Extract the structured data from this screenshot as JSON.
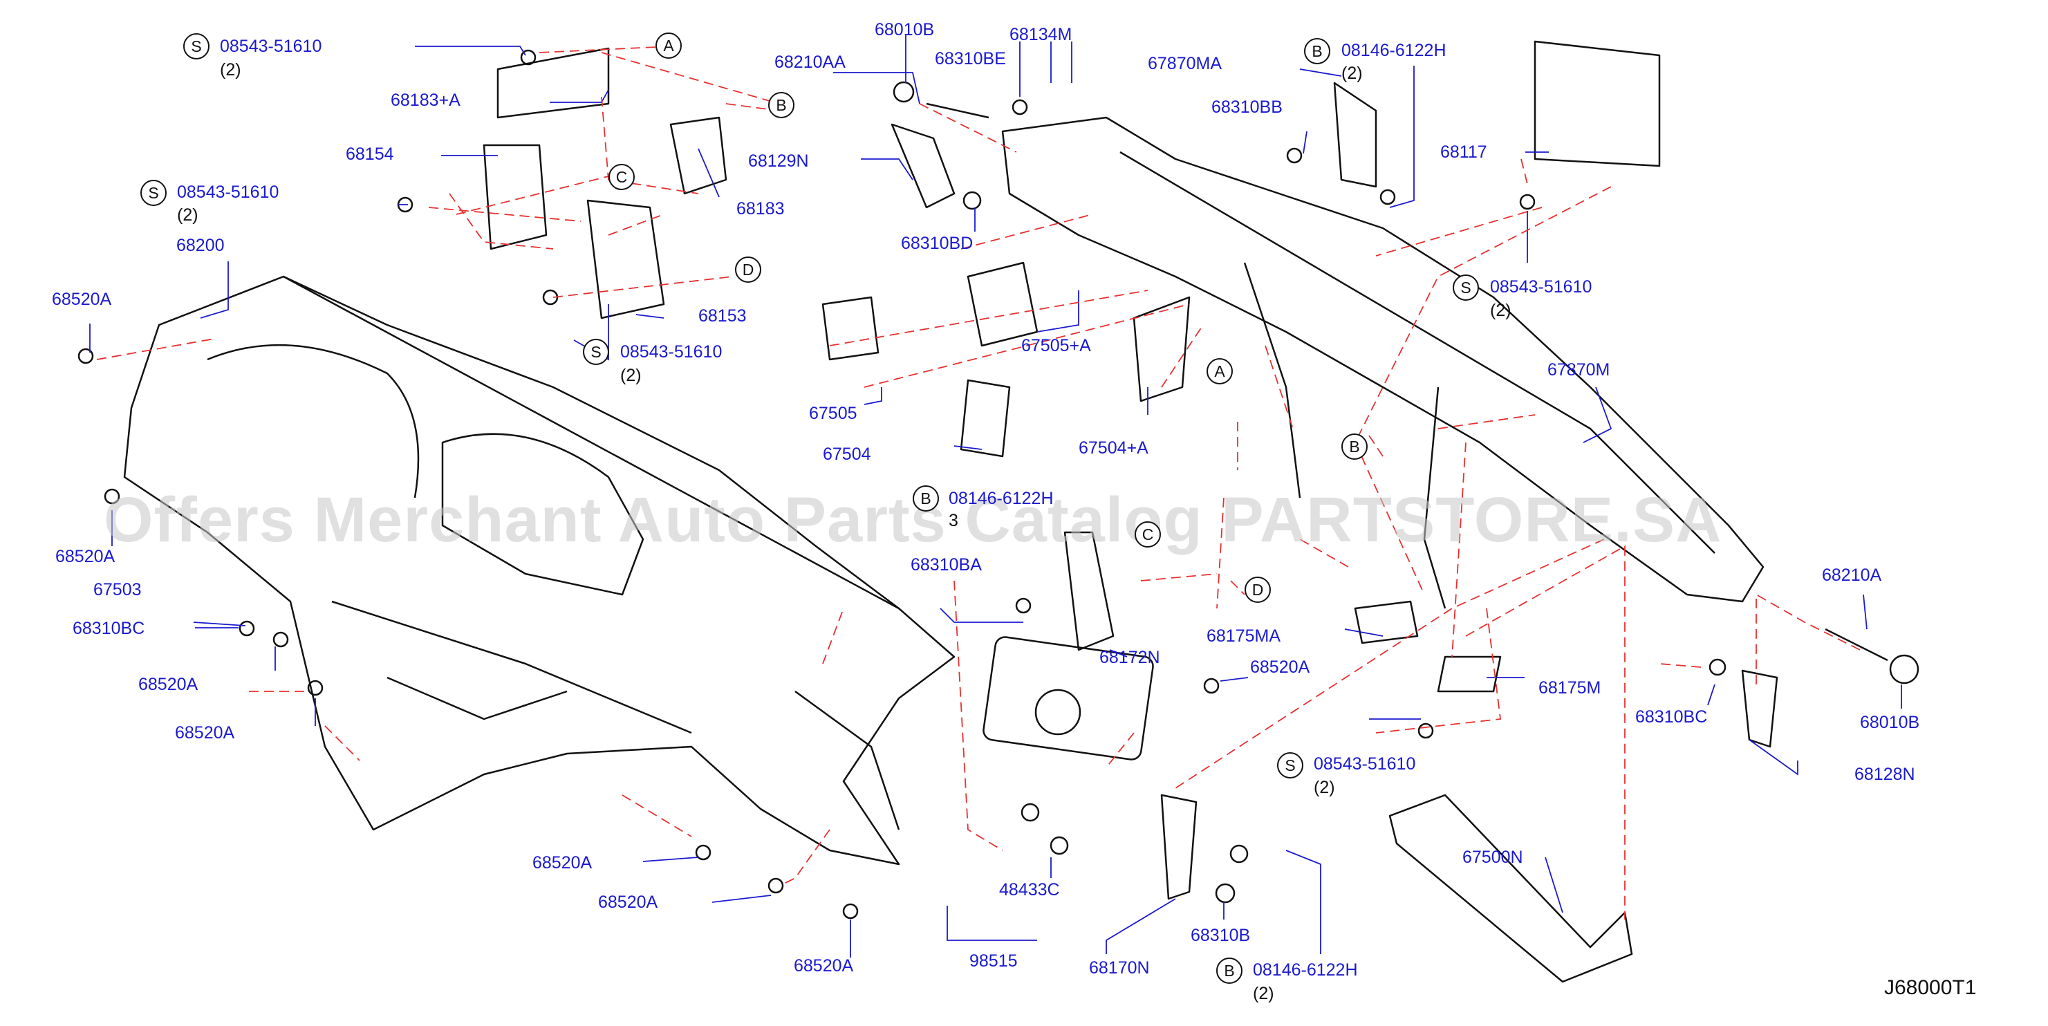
{
  "watermark": "Offers Merchant Auto Parts Catalog PARTSTORE.SA",
  "diagram_code": "J68000T1",
  "labels": {
    "s_top_left": "08543-51610",
    "qty_top_left": "(2)",
    "p68183a": "68183+A",
    "p68154": "68154",
    "s_left_mid": "08543-51610",
    "qty_left_mid": "(2)",
    "p68200": "68200",
    "p68520a_1": "68520A",
    "p68183": "68183",
    "p68153": "68153",
    "s_center": "08543-51610",
    "qty_center": "(2)",
    "p68520a_2": "68520A",
    "p67503": "67503",
    "p68310bc_l": "68310BC",
    "p68520a_3": "68520A",
    "p68520a_4": "68520A",
    "p68520a_5": "68520A",
    "p68520a_6": "68520A",
    "p68520a_7": "68520A",
    "p68010b_t": "68010B",
    "p68210aa": "68210AA",
    "p68310be": "68310BE",
    "p68134m": "68134M",
    "p68129n": "68129N",
    "p68310bd": "68310BD",
    "p67505": "67505",
    "p67505a": "67505+A",
    "p67504": "67504",
    "p67504a": "67504+A",
    "p67870ma": "67870MA",
    "b_top": "08146-6122H",
    "qty_b_top": "(2)",
    "p68310bb": "68310BB",
    "p68117": "68117",
    "s_right": "08543-51610",
    "qty_right": "(2)",
    "p67870m": "67870M",
    "b_mid": "08146-6122H",
    "qty_b_mid": "3",
    "p68310ba": "68310BA",
    "p68172n": "68172N",
    "p68175ma": "68175MA",
    "p68520a_8": "68520A",
    "p68175m": "68175M",
    "s_lower": "08543-51610",
    "qty_s_lower": "(2)",
    "p68210a": "68210A",
    "p68310bc_r": "68310BC",
    "p68010b_r": "68010B",
    "p68128n": "68128N",
    "p67500n": "67500N",
    "p48433c": "48433C",
    "p98515": "98515",
    "p68170n": "68170N",
    "p68310b": "68310B",
    "b_bottom": "08146-6122H",
    "qty_b_bottom": "(2)"
  },
  "callouts": {
    "s1": "S",
    "s2": "S",
    "s3": "S",
    "s4": "S",
    "s5": "S",
    "b1": "B",
    "b2": "B",
    "b3": "B",
    "a1": "A",
    "b4": "B",
    "c1": "C",
    "d1": "D",
    "a2": "A",
    "b5": "B",
    "c2": "C",
    "d2": "D"
  }
}
